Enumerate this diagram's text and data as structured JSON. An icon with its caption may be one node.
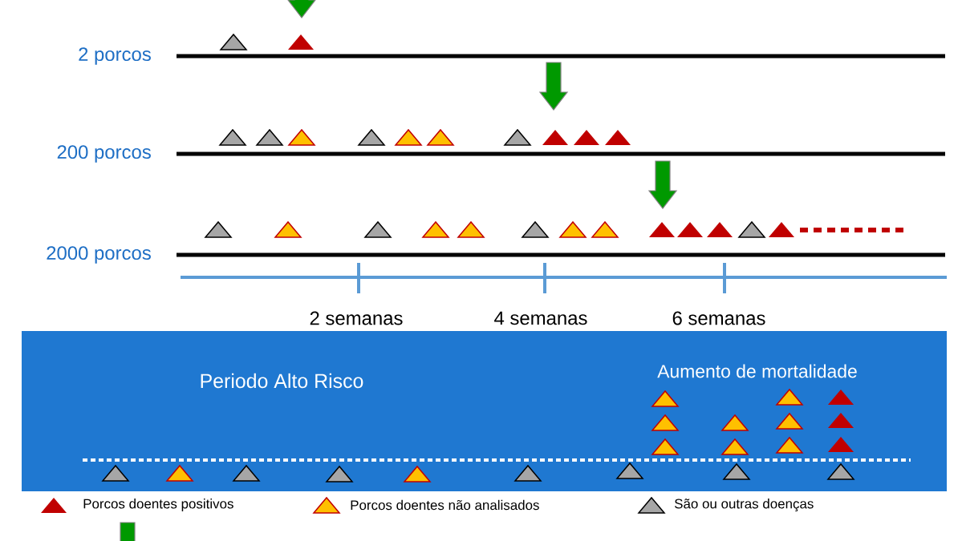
{
  "diagram": {
    "nodes": [
      {
        "text": [
          "Periodo Alto Risco",
          "Aumento de mortalidade"
        ]
      }
    ],
    "labels": [
      "2 porcos",
      "200 porcos",
      "2000 porcos",
      "2 semanas",
      "4 semanas",
      "6 semanas"
    ],
    "legend": [
      {
        "text": "Porcos doentes positivos"
      },
      {
        "text": "Porcos doentes não analisados"
      },
      {
        "text": "São ou outras doenças"
      }
    ]
  }
}
